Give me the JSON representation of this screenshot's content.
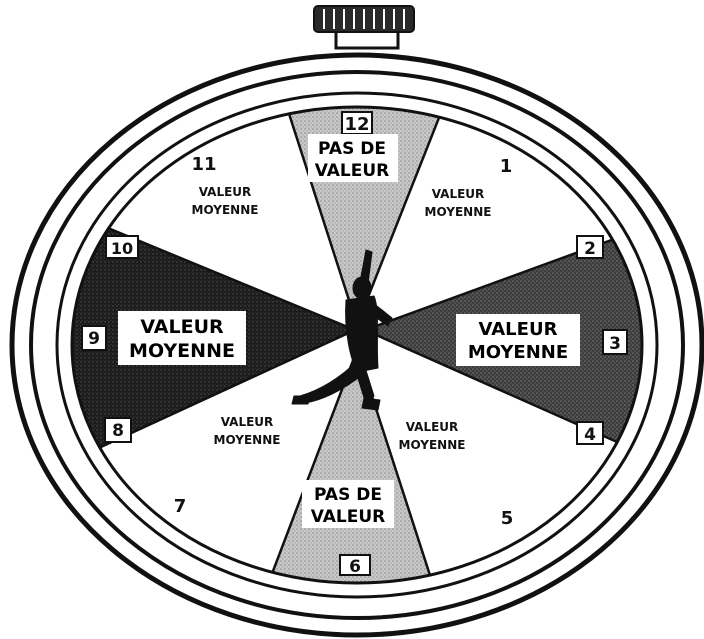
{
  "diagram": {
    "hours": [
      "12",
      "1",
      "2",
      "3",
      "4",
      "5",
      "6",
      "7",
      "8",
      "9",
      "10",
      "11"
    ],
    "labels": {
      "top_line1": "PAS DE",
      "top_line2": "VALEUR",
      "bottom_line1": "PAS DE",
      "bottom_line2": "VALEUR",
      "left_line1": "VALEUR",
      "left_line2": "MOYENNE",
      "right_line1": "VALEUR",
      "right_line2": "MOYENNE",
      "upper_left_line1": "VALEUR",
      "upper_left_line2": "MOYENNE",
      "upper_right_line1": "VALEUR",
      "upper_right_line2": "MOYENNE",
      "lower_left_line1": "VALEUR",
      "lower_left_line2": "MOYENNE",
      "lower_right_line1": "VALEUR",
      "lower_right_line2": "MOYENNE"
    },
    "colors": {
      "dark_sector": "#1a1a1a",
      "mid_sector": "#3a3a3a",
      "light_sector": "#bdbdbd",
      "white_sector": "#ffffff"
    }
  }
}
